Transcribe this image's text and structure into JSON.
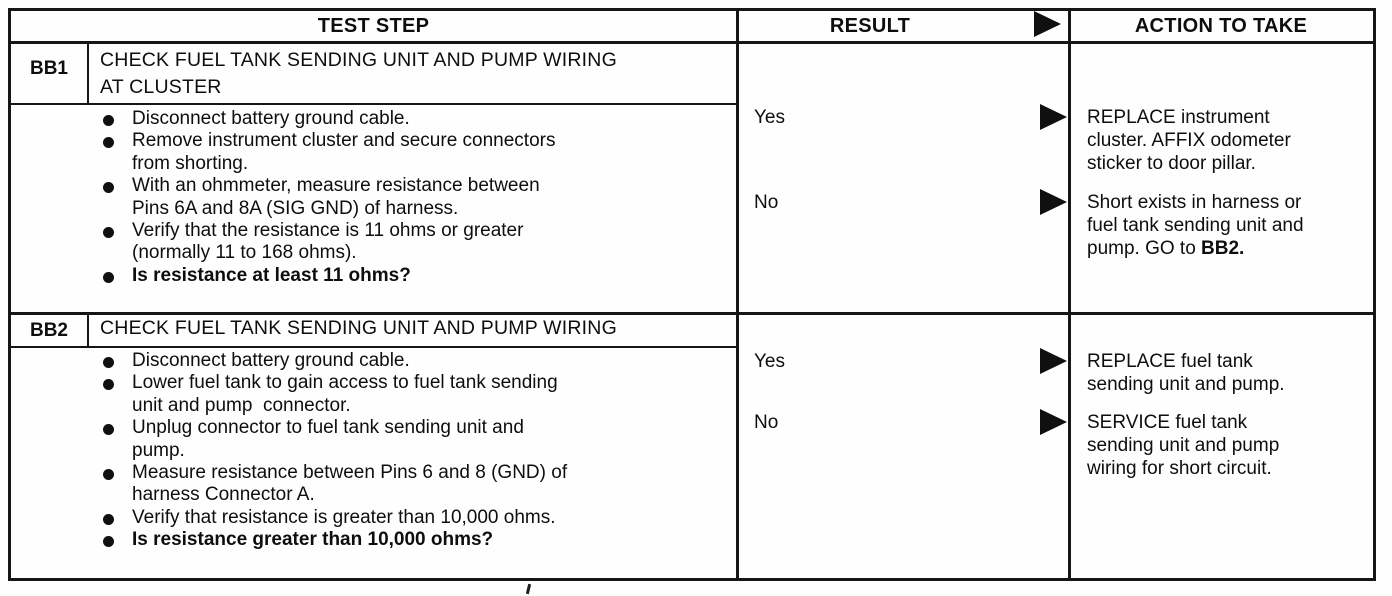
{
  "header": {
    "test_step": "TEST STEP",
    "result": "RESULT",
    "action": "ACTION TO TAKE",
    "arrow_icon": "right-filled-triangle"
  },
  "steps": [
    {
      "id": "BB1",
      "title_lines": [
        "CHECK FUEL TANK SENDING UNIT AND PUMP WIRING",
        "AT CLUSTER"
      ],
      "bullets": [
        {
          "lines": [
            "Disconnect battery ground cable."
          ]
        },
        {
          "lines": [
            "Remove instrument cluster and secure connectors",
            "from shorting."
          ]
        },
        {
          "lines": [
            "With an ohmmeter, measure resistance between",
            "Pins 6A and 8A (SIG GND) of harness."
          ]
        },
        {
          "lines": [
            "Verify that the resistance is 11 ohms or greater",
            "(normally 11 to 168 ohms)."
          ]
        },
        {
          "lines": [
            "Is resistance at least 11 ohms?"
          ]
        }
      ],
      "results": [
        {
          "label": "Yes",
          "action_lines": [
            "REPLACE instrument",
            "cluster. AFFIX odometer",
            "sticker to door pillar."
          ]
        },
        {
          "label": "No",
          "action_lines": [
            "Short exists in harness or",
            "fuel tank sending unit and"
          ],
          "action_tail": "pump. GO to ",
          "action_bold": "BB2."
        }
      ]
    },
    {
      "id": "BB2",
      "title_lines": [
        "CHECK FUEL TANK SENDING UNIT AND PUMP WIRING"
      ],
      "bullets": [
        {
          "lines": [
            "Disconnect battery ground cable."
          ]
        },
        {
          "lines": [
            "Lower fuel tank to gain access to fuel tank sending",
            "unit and pump  connector."
          ]
        },
        {
          "lines": [
            "Unplug connector to fuel tank sending unit and",
            "pump."
          ]
        },
        {
          "lines": [
            "Measure resistance between Pins 6 and 8 (GND) of",
            "harness Connector A."
          ]
        },
        {
          "lines": [
            "Verify that resistance is greater than 10,000 ohms."
          ]
        },
        {
          "lines": [
            "Is resistance greater than 10,000 ohms?"
          ]
        }
      ],
      "results": [
        {
          "label": "Yes",
          "action_lines": [
            "REPLACE fuel tank",
            "sending unit and pump."
          ]
        },
        {
          "label": "No",
          "action_lines": [
            "SERVICE fuel tank",
            "sending unit and pump",
            "wiring for short circuit."
          ]
        }
      ]
    }
  ]
}
